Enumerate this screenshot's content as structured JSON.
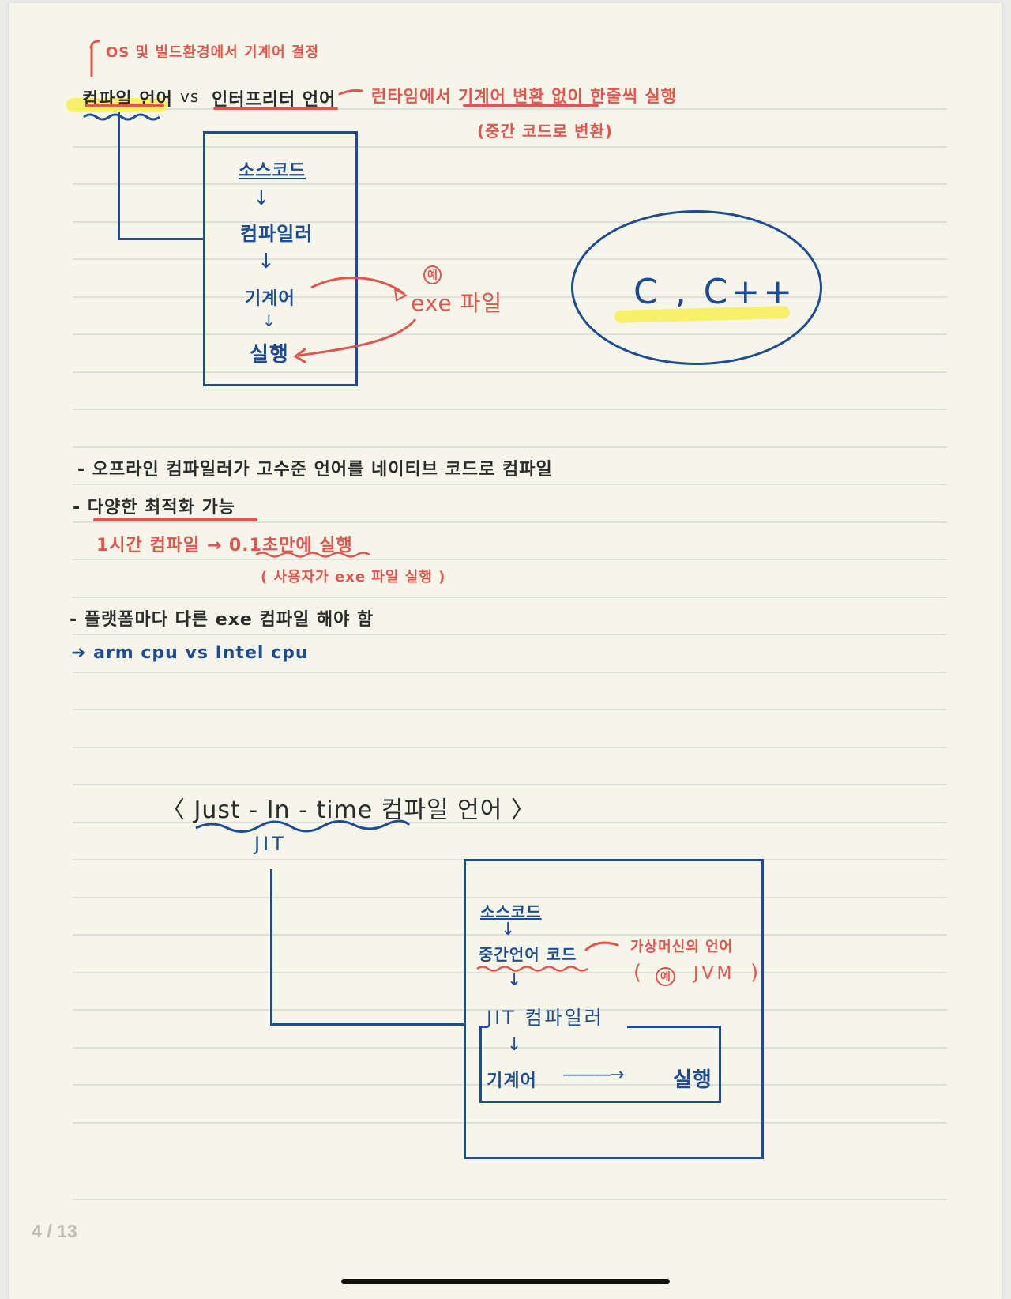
{
  "note": {
    "top_annotation": "OS 및 빌드환경에서 기계어 결정",
    "title": {
      "compiled": "컴파일 언어",
      "vs": "vs",
      "interpreted": "인터프리터 언어",
      "interpreted_desc": "런타임에서 기계어 변환 없이 한줄씩 실행",
      "interpreted_sub": "(중간 코드로 변환)"
    },
    "compile_flow": {
      "steps": [
        "소스코드",
        "컴파일러",
        "기계어",
        "실행"
      ],
      "arrow": "↓",
      "example_badge": "예",
      "example_file": "exe 파일"
    },
    "languages_circle": "C , C++",
    "bullets": [
      {
        "text": "- 오프라인 컴파일러가 고수준 언어를 네이티브 코드로 컴파일",
        "color": "black"
      },
      {
        "text": "- 다양한 최적화 가능",
        "color": "black"
      },
      {
        "text": "1시간 컴파일 → 0.1초만에 실행",
        "color": "red"
      },
      {
        "text": "( 사용자가 exe 파일 실행 )",
        "color": "red"
      },
      {
        "text": "- 플랫폼마다 다른 exe 컴파일 해야 함",
        "color": "black"
      },
      {
        "text": "➜ arm cpu vs Intel cpu",
        "color": "blue"
      }
    ],
    "jit": {
      "heading": "〈 Just - In - time 컴파일 언어 〉",
      "abbr": "JIT",
      "steps": [
        "소스코드",
        "중간언어 코드",
        "JIT 컴파일러",
        "기계어",
        "실행"
      ],
      "arrow": "↓",
      "right_arrow": "———→",
      "vm_note": "가상머신의 언어",
      "vm_example_badge": "예",
      "vm_example": "JVM",
      "paren_open": "(",
      "paren_close": ")"
    }
  },
  "pager": {
    "label": "4 / 13",
    "current": 4,
    "total": 13
  },
  "colors": {
    "paper": "#f5f5ea",
    "ink_blue": "#1f4b92",
    "ink_red": "#e2554f",
    "ink_black": "#2b2b2b",
    "highlight": "#f6ee54"
  }
}
